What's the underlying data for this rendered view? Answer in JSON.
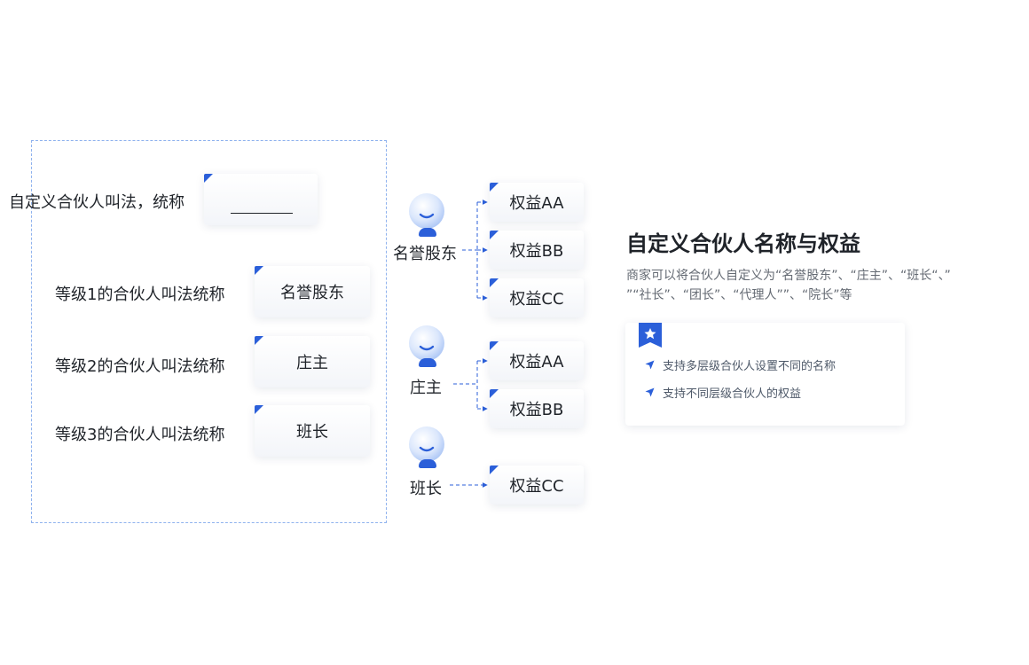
{
  "config": {
    "header_label": "自定义合伙人叫法，统称",
    "rows": [
      {
        "label": "等级1的合伙人叫法统称",
        "value": "名誉股东"
      },
      {
        "label": "等级2的合伙人叫法统称",
        "value": "庄主"
      },
      {
        "label": "等级3的合伙人叫法统称",
        "value": "班长"
      }
    ]
  },
  "tree": {
    "groups": [
      {
        "role": "名誉股东",
        "benefits": [
          "权益AA",
          "权益BB",
          "权益CC"
        ]
      },
      {
        "role": "庄主",
        "benefits": [
          "权益AA",
          "权益BB"
        ]
      },
      {
        "role": "班长",
        "benefits": [
          "权益CC"
        ]
      }
    ]
  },
  "intro": {
    "title": "自定义合伙人名称与权益",
    "desc_line1": "商家可以将合伙人自定义为“名誉股东”、“庄主”、“班长“、”",
    "desc_line2": "”“社长”、“团长”、“代理人””、“院长”等",
    "features": [
      "支持多层级合伙人设置不同的名称",
      "支持不同层级合伙人的权益"
    ]
  },
  "icons": {
    "avatar": "user-avatar-icon",
    "badge": "star-badge-icon",
    "bullet": "navigation-arrow-icon",
    "corner": "corner-tag-icon"
  },
  "colors": {
    "accent": "#2b5fd9",
    "dashed_border": "#8fb2ee",
    "text_primary": "#1f2329",
    "text_secondary": "#646a73"
  }
}
